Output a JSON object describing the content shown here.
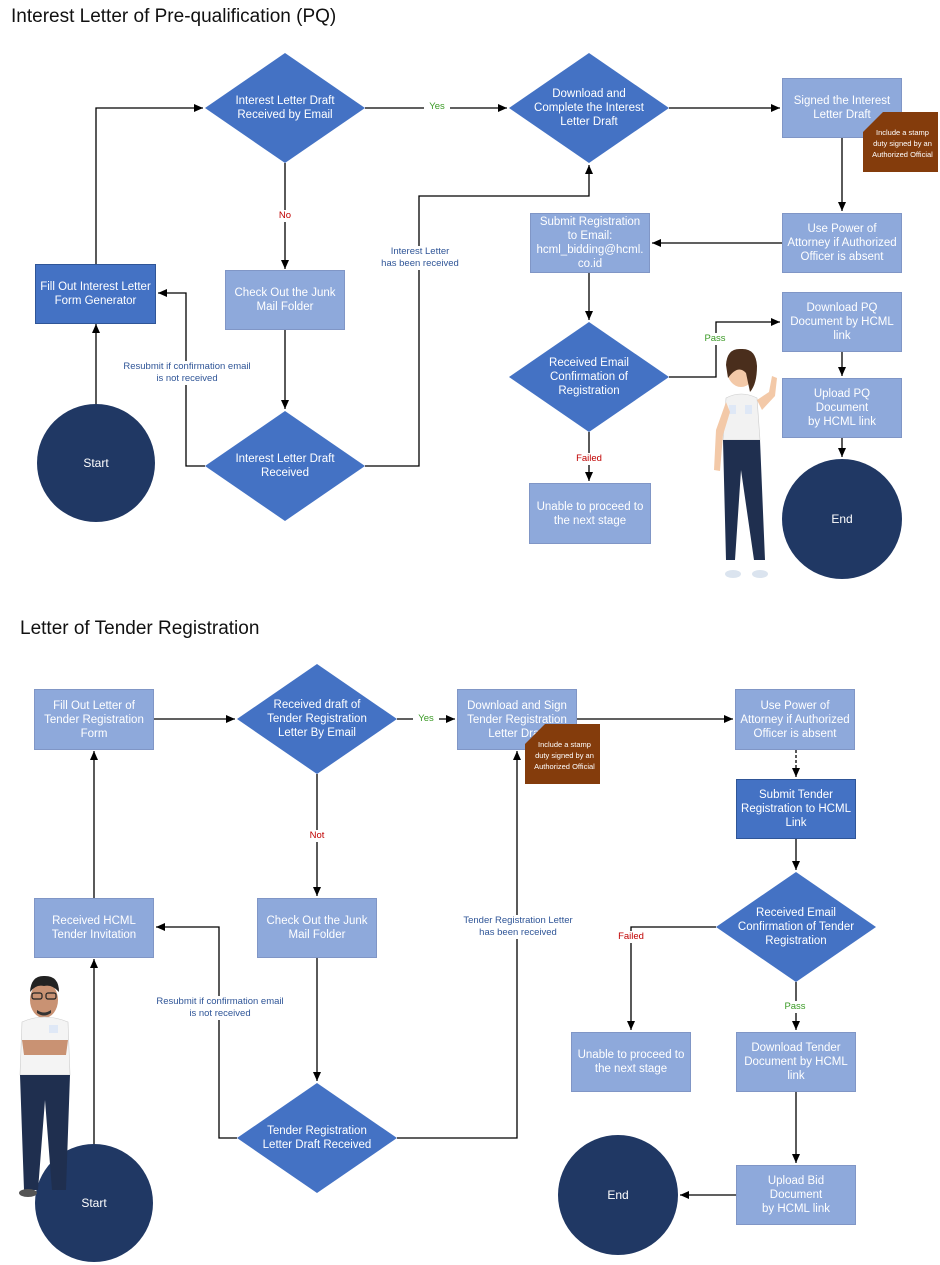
{
  "titles": {
    "pq": "Interest Letter of Pre-qualification (PQ)",
    "tender": "Letter of Tender Registration"
  },
  "colors": {
    "box": "#8EA9DB",
    "diamond": "#4472C4",
    "circle": "#203864",
    "note": "#843C0C",
    "line": "#000000"
  },
  "pq": {
    "start": "Start",
    "fill_form": "Fill Out Interest Letter\nForm Generator",
    "draft_received_email": "Interest Letter Draft\nReceived by Email",
    "check_junk": "Check Out the Junk\nMail Folder",
    "draft_received": "Interest Letter Draft\nReceived",
    "download_complete": "Download and\nComplete the Interest\nLetter Draft",
    "signed": "Signed the Interest\nLetter Draft",
    "stamp_note": "Include a stamp\nduty signed by an\nAuthorized Official",
    "power_attorney": "Use Power of\nAttorney if Authorized\nOfficer is absent",
    "submit_registration": "Submit Registration\nto Email:\nhcml_bidding@hcml.\nco.id",
    "email_confirmation": "Received Email\nConfirmation of\nRegistration",
    "download_pq": "Download PQ\nDocument by HCML\nlink",
    "upload_pq": "Upload PQ Document\nby HCML link",
    "end": "End",
    "unable": "Unable to proceed to\nthe next stage",
    "label_yes": "Yes",
    "label_no": "No",
    "label_pass": "Pass",
    "label_failed": "Failed",
    "label_received": "Interest Letter\nhas been received",
    "label_resubmit": "Resubmit if confirmation email\nis not received"
  },
  "tender": {
    "fill_form": "Fill Out Letter of\nTender Registration\nForm",
    "received_invitation": "Received HCML\nTender Invitation",
    "start": "Start",
    "draft_received_email": "Received draft of\nTender Registration\nLetter By Email",
    "check_junk": "Check Out the Junk\nMail Folder",
    "draft_received": "Tender Registration\nLetter Draft Received",
    "download_sign": "Download and Sign\nTender Registration\nLetter Draft",
    "stamp_note": "Include a stamp\nduty signed by an\nAuthorized Official",
    "power_attorney": "Use Power of\nAttorney if Authorized\nOfficer is absent",
    "submit_link": "Submit Tender\nRegistration to HCML\nLink",
    "email_confirmation": "Received Email\nConfirmation of Tender\nRegistration",
    "unable": "Unable to proceed to\nthe next stage",
    "download_tender": "Download Tender\nDocument by HCML\nlink",
    "upload_bid": "Upload Bid Document\nby HCML link",
    "end": "End",
    "label_yes": "Yes",
    "label_no": "Not",
    "label_pass": "Pass",
    "label_failed": "Failed",
    "label_received": "Tender Registration Letter\nhas been received",
    "label_resubmit": "Resubmit if confirmation email\nis not received"
  }
}
